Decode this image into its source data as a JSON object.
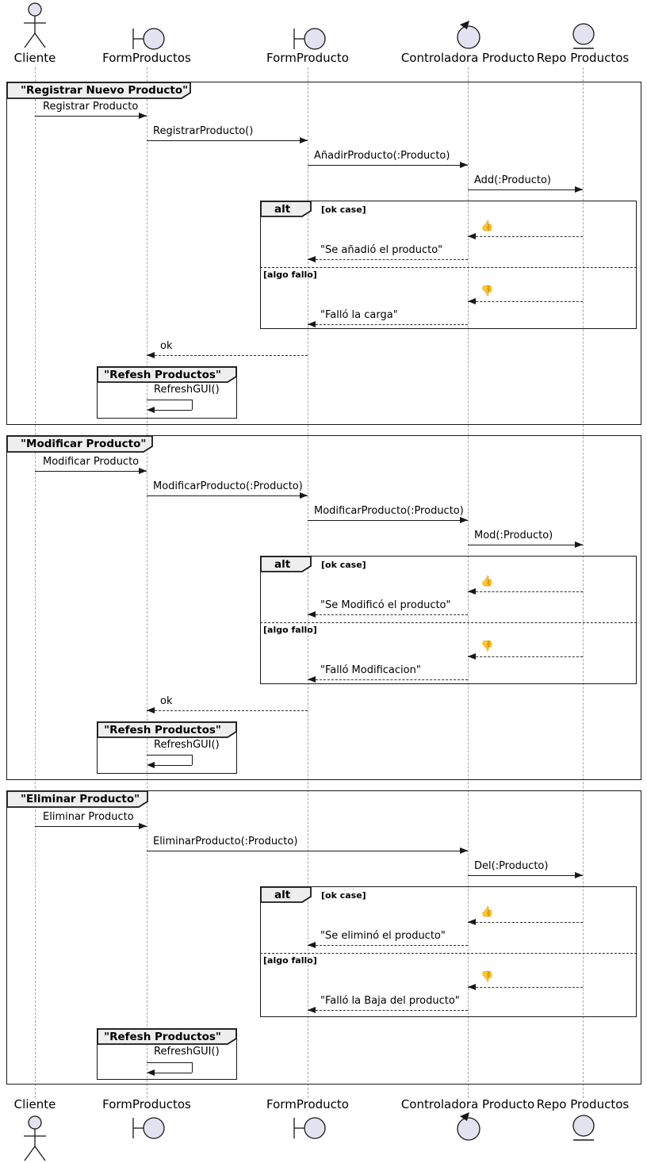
{
  "colors": {
    "ink": "#181818",
    "participant_fill": "#E2E2F0",
    "tab_fill": "#EEEEEE",
    "lifeline": "#A6A6A6"
  },
  "participants": [
    {
      "name": "Cliente",
      "type": "actor"
    },
    {
      "name": "FormProductos",
      "type": "boundary"
    },
    {
      "name": "FormProducto",
      "type": "boundary"
    },
    {
      "name": "Controladora Producto",
      "type": "control"
    },
    {
      "name": "Repo Productos",
      "type": "entity"
    }
  ],
  "alt": {
    "operator": "alt",
    "guard_ok": "[ok case]",
    "guard_fail": "[algo fallo]",
    "thumb_up": "👍",
    "thumb_down": "👎"
  },
  "frames": [
    {
      "title": "\"Registrar Nuevo Producto\"",
      "messages": {
        "call1": "Registrar Producto",
        "call2": "RegistrarProducto()",
        "call3": "AñadirProducto(:Producto)",
        "call4": "Add(:Producto)",
        "ok_result": "\"Se añadió el producto\"",
        "fail_result": "\"Falló la carga\"",
        "return_ok": "ok"
      },
      "refresh": {
        "title": "\"Refesh Productos\"",
        "message": "RefreshGUI()"
      }
    },
    {
      "title": "\"Modificar Producto\"",
      "messages": {
        "call1": "Modificar Producto",
        "call2": "ModificarProducto(:Producto)",
        "call3": "ModificarProducto(:Producto)",
        "call4": "Mod(:Producto)",
        "ok_result": "\"Se Modificó el producto\"",
        "fail_result": "\"Falló Modificacion\"",
        "return_ok": "ok"
      },
      "refresh": {
        "title": "\"Refesh Productos\"",
        "message": "RefreshGUI()"
      }
    },
    {
      "title": "\"Eliminar Producto\"",
      "messages": {
        "call1": "Eliminar Producto",
        "call2": "EliminarProducto(:Producto)",
        "call3": "Del(:Producto)",
        "ok_result": "\"Se eliminó el producto\"",
        "fail_result": "\"Falló la Baja del producto\""
      },
      "refresh": {
        "title": "\"Refesh Productos\"",
        "message": "RefreshGUI()"
      }
    }
  ]
}
